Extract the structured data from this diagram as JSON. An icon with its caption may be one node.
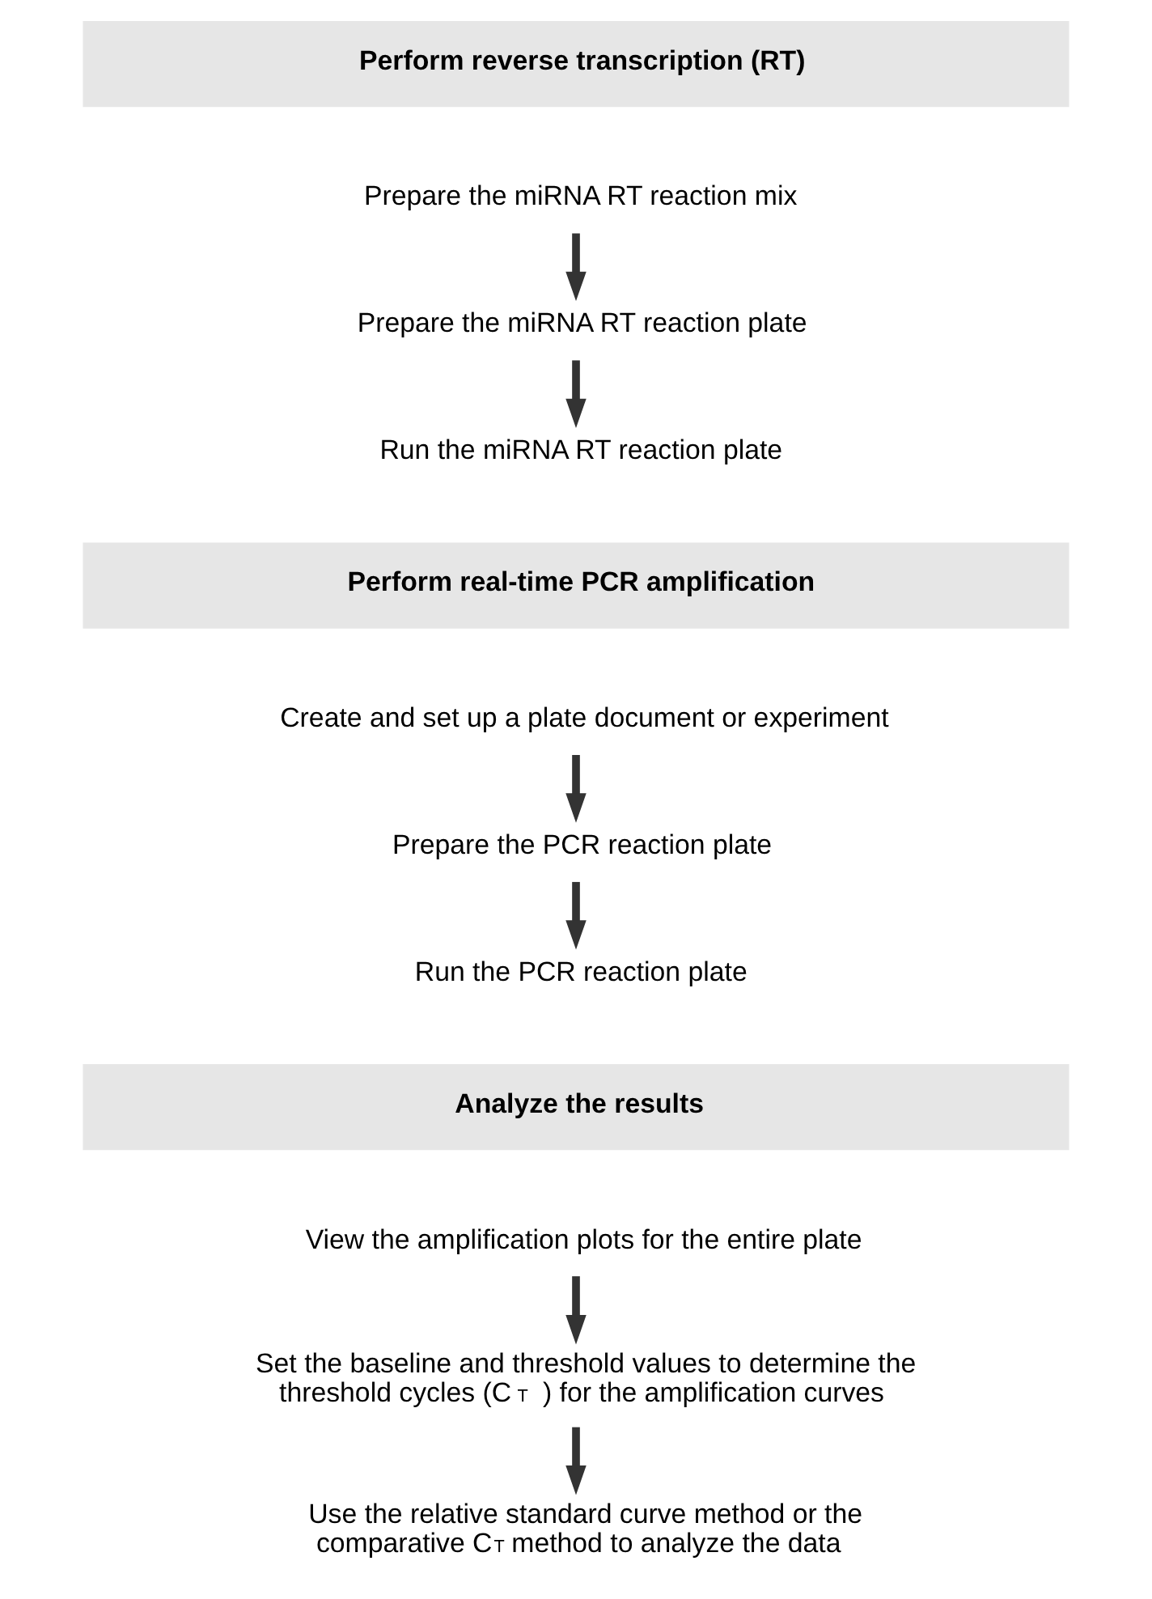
{
  "diagram": {
    "nodes": [
      {
        "text": [
          "Perform reverse transcription (RT)"
        ]
      },
      {
        "text": [
          "Prepare the miRNA RT reaction mix"
        ]
      },
      {
        "text": [
          "Prepare the miRNA RT reaction plate"
        ]
      },
      {
        "text": [
          "Run the miRNA RT reaction plate"
        ]
      },
      {
        "text": [
          "Perform real-time PCR amplification"
        ]
      },
      {
        "text": [
          "Create and set up a plate document or experiment"
        ]
      },
      {
        "text": [
          "Prepare the PCR reaction plate"
        ]
      },
      {
        "text": [
          "Run the PCR reaction plate"
        ]
      },
      {
        "text": [
          "Analyze the results"
        ]
      },
      {
        "text": [
          "View the amplification plots for the entire plate"
        ]
      },
      {
        "text": [
          "Set the baseline and threshold values to determine the threshold cycles (C$_{T}$) for the amplification curves"
        ]
      },
      {
        "text": [
          "Use the relative standard curve method or the comparative C$_{T}$ method to analyze the data"
        ]
      }
    ],
    "edges": [
      {
        "from": 1,
        "to": 2,
        "arrow": "to"
      },
      {
        "from": 2,
        "to": 3,
        "arrow": "to"
      },
      {
        "from": 5,
        "to": 6,
        "arrow": "to"
      },
      {
        "from": 6,
        "to": 7,
        "arrow": "to"
      },
      {
        "from": 9,
        "to": 10,
        "arrow": "to"
      },
      {
        "from": 10,
        "to": 11,
        "arrow": "to"
      }
    ]
  }
}
